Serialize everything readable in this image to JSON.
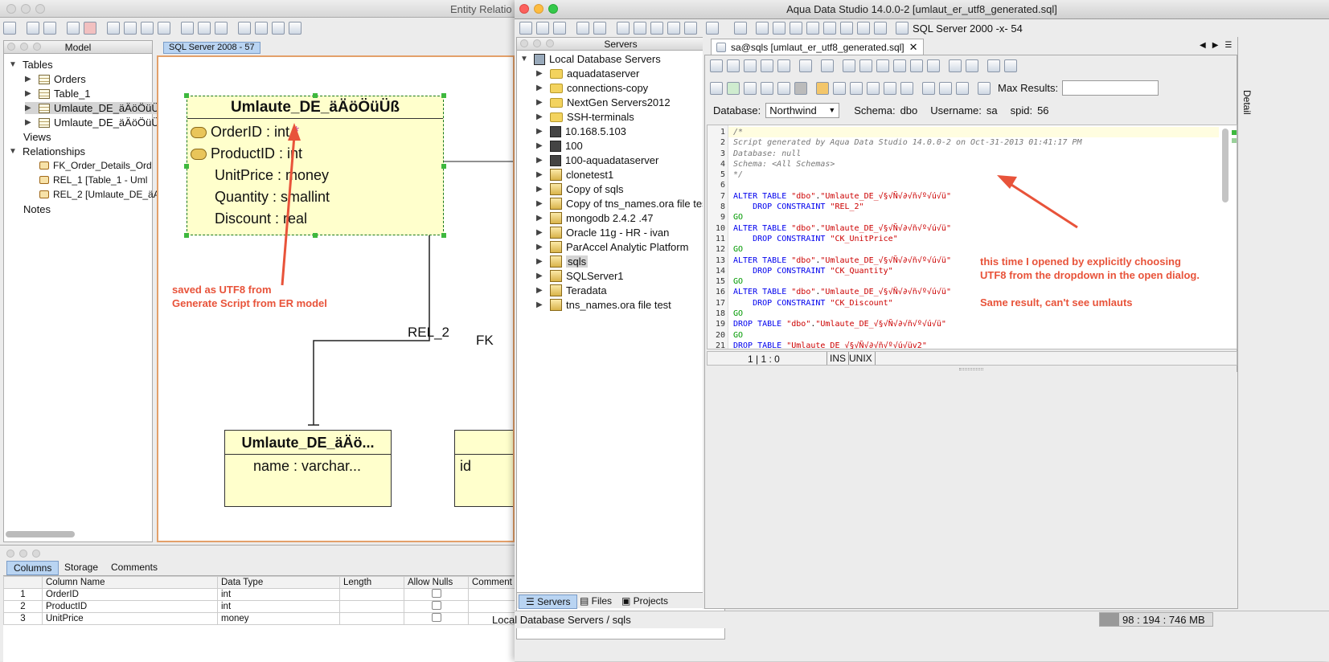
{
  "er_window": {
    "title": "Entity Relatio",
    "model_panel_title": "Model",
    "tree": {
      "tables_label": "Tables",
      "tables": [
        "Orders",
        "Table_1",
        "Umlaute_DE_äÄöÖüÜß",
        "Umlaute_DE_äÄöÖüÜß"
      ],
      "views_label": "Views",
      "relationships_label": "Relationships",
      "relationships": [
        "FK_Order_Details_Ord",
        "REL_1 [Table_1 - Uml",
        "REL_2 [Umlaute_DE_äA"
      ],
      "notes_label": "Notes"
    },
    "canvas_tab": "SQL Server 2008 - 57",
    "main_entity": {
      "title": "Umlaute_DE_äÄöÖüÜß",
      "columns": [
        "OrderID : int",
        "ProductID : int",
        "UnitPrice : money",
        "Quantity : smallint",
        "Discount : real"
      ],
      "modified_marker": "*"
    },
    "second_entity": {
      "title": "Umlaute_DE_äÄö...",
      "columns": [
        "name : varchar..."
      ]
    },
    "third_entity_partial": "id",
    "rel_label": "REL_2",
    "fk_label": "FK",
    "annotation": "saved as UTF8 from\nGenerate Script from ER model",
    "bottom_tabs": [
      "Columns",
      "Storage",
      "Comments"
    ],
    "grid_headers": [
      "Column Name",
      "Data Type",
      "Length",
      "Allow Nulls",
      "Comment"
    ],
    "grid_rows": [
      {
        "n": "1",
        "name": "OrderID",
        "type": "int"
      },
      {
        "n": "2",
        "name": "ProductID",
        "type": "int"
      },
      {
        "n": "3",
        "name": "UnitPrice",
        "type": "money"
      }
    ]
  },
  "ads_window": {
    "title": "Aqua Data Studio 14.0.0-2 [umlaut_er_utf8_generated.sql]",
    "server_combo": "SQL Server 2000 -x- 54",
    "servers_panel_title": "Servers",
    "root": "Local Database Servers",
    "servers": [
      {
        "label": "aquadataserver",
        "icon": "folder"
      },
      {
        "label": "connections-copy",
        "icon": "folder"
      },
      {
        "label": "NextGen Servers2012",
        "icon": "folder"
      },
      {
        "label": "SSH-terminals",
        "icon": "folder"
      },
      {
        "label": "10.168.5.103",
        "icon": "server"
      },
      {
        "label": "100",
        "icon": "server"
      },
      {
        "label": "100-aquadataserver",
        "icon": "server"
      },
      {
        "label": "clonetest1",
        "icon": "database"
      },
      {
        "label": "Copy of sqls",
        "icon": "database"
      },
      {
        "label": "Copy of tns_names.ora file test",
        "icon": "database"
      },
      {
        "label": "mongodb 2.4.2 .47",
        "icon": "database"
      },
      {
        "label": "Oracle 11g - HR - ivan",
        "icon": "database"
      },
      {
        "label": "ParAccel Analytic Platform",
        "icon": "database"
      },
      {
        "label": "sqls",
        "icon": "database"
      },
      {
        "label": "SQLServer1",
        "icon": "database"
      },
      {
        "label": "Teradata",
        "icon": "database"
      },
      {
        "label": "tns_names.ora file test",
        "icon": "database"
      }
    ],
    "bottom_tabs": [
      "Servers",
      "Files",
      "Projects"
    ],
    "status_path": "Local Database Servers / sqls",
    "memory": "98 : 194 : 746 MB",
    "editor_tab": "sa@sqls [umlaut_er_utf8_generated.sql]",
    "max_results_label": "Max Results:",
    "database_label": "Database:",
    "database_value": "Northwind",
    "schema_label": "Schema:",
    "schema_value": "dbo",
    "username_label": "Username:",
    "username_value": "sa",
    "spid_label": "spid:",
    "spid_value": "56",
    "detail_label": "Detail",
    "cursor_pos": "1 | 1 : 0",
    "mode_ins": "INS",
    "mode_unix": "UNIX",
    "code_lines": [
      "/*",
      "Script generated by Aqua Data Studio 14.0.0-2 on Oct-31-2013 01:41:17 PM",
      "Database: null",
      "Schema: <All Schemas>",
      "*/",
      "",
      "ALTER TABLE \"dbo\".\"Umlaute_DE_√§√Ñ√∂√ñ√º√ú√ü\"",
      "    DROP CONSTRAINT \"REL_2\"",
      "GO",
      "ALTER TABLE \"dbo\".\"Umlaute_DE_√§√Ñ√∂√ñ√º√ú√ü\"",
      "    DROP CONSTRAINT \"CK_UnitPrice\"",
      "GO",
      "ALTER TABLE \"dbo\".\"Umlaute_DE_√§√Ñ√∂√ñ√º√ú√ü\"",
      "    DROP CONSTRAINT \"CK_Quantity\"",
      "GO",
      "ALTER TABLE \"dbo\".\"Umlaute_DE_√§√Ñ√∂√ñ√º√ú√ü\"",
      "    DROP CONSTRAINT \"CK_Discount\"",
      "GO",
      "DROP TABLE \"dbo\".\"Umlaute_DE_√§√Ñ√∂√ñ√º√ú√ü\"",
      "GO",
      "DROP TABLE \"Umlaute_DE_√§√Ñ√∂√ñ√º√ú√üv2\""
    ],
    "annotation": "this time I opened by explicitly choosing\nUTF8 from the dropdown in the open dialog.\n\nSame result, can't see umlauts"
  },
  "colors": {
    "annotation": "#e8533a",
    "entity_fill": "#ffffcc",
    "selection": "#3eb83e"
  }
}
